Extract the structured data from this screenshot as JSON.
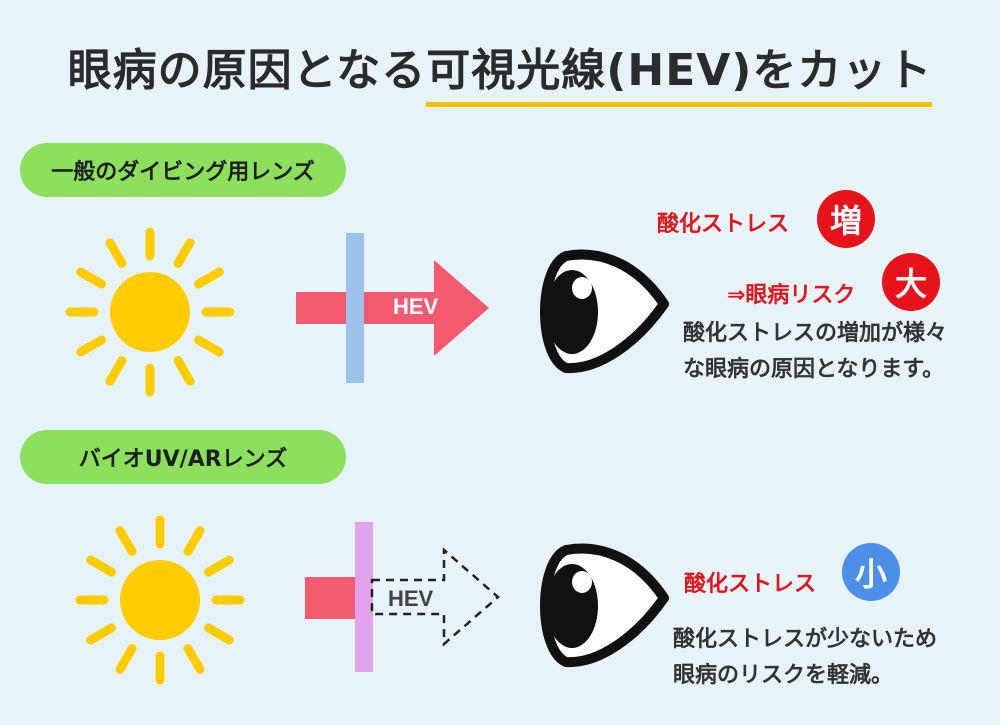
{
  "title": {
    "part1": "眼病の原因となる",
    "part2": "可視光線(HEV)をカット"
  },
  "colors": {
    "background": "#e6f4fa",
    "pill": "#8de05d",
    "sun": "#ffcc00",
    "arrow": "#f35a6e",
    "filter_general": "#9cc1ea",
    "filter_bio": "#e2a3ec",
    "red": "#e0161b",
    "blue_circle": "#4b8fe8",
    "underline": "#f2c200"
  },
  "section_general": {
    "pill_label": "一般のダイビング用レンズ",
    "arrow_label": "HEV",
    "stress_label": "酸化ストレス",
    "stress_badge": "増",
    "risk_label": "⇒眼病リスク",
    "risk_badge": "大",
    "description_line1": "酸化ストレスの増加が様々",
    "description_line2": "な眼病の原因となります。"
  },
  "section_bio": {
    "pill_label": "バイオUV/ARレンズ",
    "arrow_label": "HEV",
    "stress_label": "酸化ストレス",
    "stress_badge": "小",
    "description_line1": "酸化ストレスが少ないため",
    "description_line2": "眼病のリスクを軽減。"
  },
  "icons": [
    "sun-icon",
    "eye-icon",
    "arrow-icon",
    "dashed-arrow-icon"
  ]
}
